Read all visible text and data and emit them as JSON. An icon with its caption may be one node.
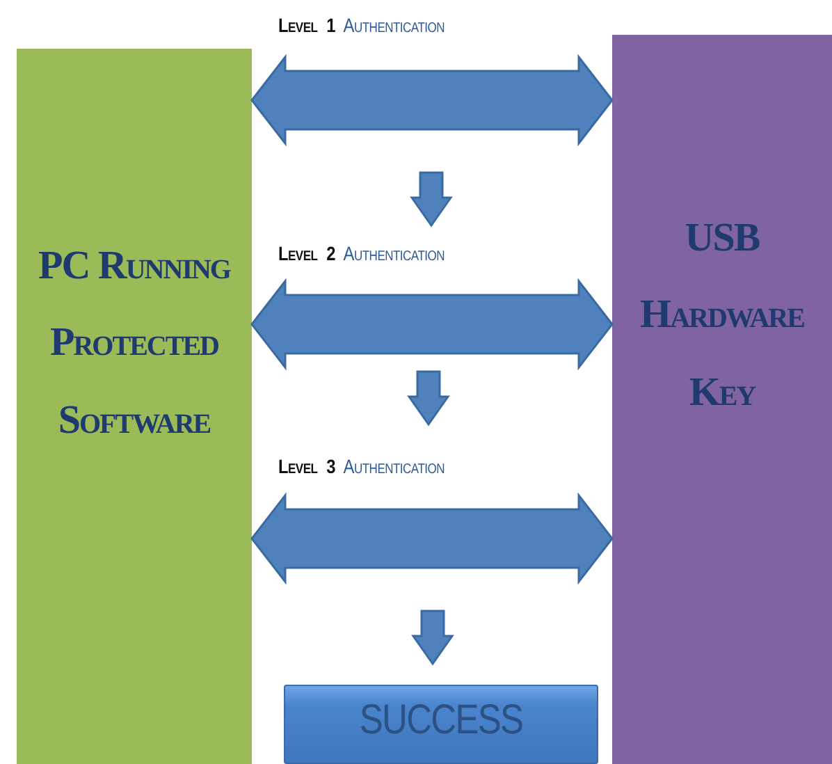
{
  "diagram": {
    "nodes": [
      {
        "text": [
          "PC Running Protected Software"
        ]
      },
      {
        "text": [
          "USB Hardware Key"
        ]
      },
      {
        "text": [
          "SUCCESS"
        ]
      }
    ],
    "edges": [
      {
        "from": 0,
        "to": 1,
        "arrow": "both",
        "label": "**Level 1** Authentication"
      },
      {
        "from": 0,
        "to": 1,
        "arrow": "both",
        "label": "**Level 2** Authentication"
      },
      {
        "from": 0,
        "to": 1,
        "arrow": "both",
        "label": "**Level 3** Authentication"
      },
      {
        "from": null,
        "to": 2,
        "arrow": "to"
      }
    ]
  }
}
